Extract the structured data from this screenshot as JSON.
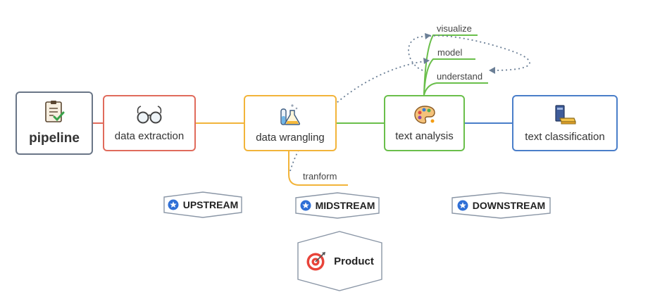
{
  "nodes": {
    "pipeline": "pipeline",
    "extraction": "data extraction",
    "wrangling": "data wrangling",
    "analysis": "text analysis",
    "classification": "text classification"
  },
  "branches": {
    "visualize": "visualize",
    "model": "model",
    "understand": "understand",
    "transform": "tranform"
  },
  "stages": {
    "upstream": "UPSTREAM",
    "midstream": "MIDSTREAM",
    "downstream": "DOWNSTREAM",
    "product": "Product"
  },
  "colors": {
    "pipeline": "#6a7687",
    "extraction": "#e06b5c",
    "wrangling": "#f2b43a",
    "analysis": "#6abf4b",
    "classification": "#4a7ec9",
    "dotted": "#6b7f96",
    "badge": "#2f6fd6"
  },
  "icons": {
    "pipeline": "checklist-icon",
    "extraction": "glasses-icon",
    "wrangling": "flask-icon",
    "analysis": "palette-icon",
    "classification": "books-icon",
    "stage": "star-badge-icon",
    "product": "target-icon"
  }
}
